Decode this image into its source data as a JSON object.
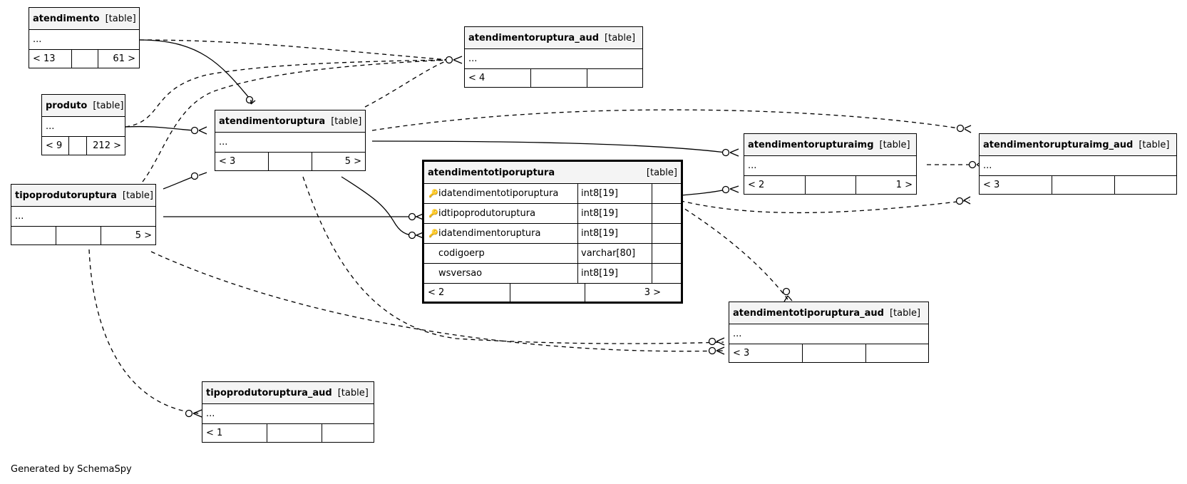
{
  "colors": {
    "pk_key": "#d4b300",
    "fk_key": "#aaaaaa",
    "header_bg": "#f4f4f4"
  },
  "tables": {
    "atendimento": {
      "name": "atendimento",
      "tag": "[table]",
      "body": "...",
      "footer": [
        "< 13",
        "",
        "61 >"
      ]
    },
    "atendimentoruptura_aud": {
      "name": "atendimentoruptura_aud",
      "tag": "[table]",
      "body": "...",
      "footer": [
        "< 4",
        "",
        ""
      ]
    },
    "produto": {
      "name": "produto",
      "tag": "[table]",
      "body": "...",
      "footer": [
        "< 9",
        "",
        "212 >"
      ]
    },
    "atendimentoruptura": {
      "name": "atendimentoruptura",
      "tag": "[table]",
      "body": "...",
      "footer": [
        "< 3",
        "",
        "5 >"
      ]
    },
    "atendimentorupturaimg": {
      "name": "atendimentorupturaimg",
      "tag": "[table]",
      "body": "...",
      "footer": [
        "< 2",
        "",
        "1 >"
      ]
    },
    "atendimentorupturaimg_aud": {
      "name": "atendimentorupturaimg_aud",
      "tag": "[table]",
      "body": "...",
      "footer": [
        "< 3",
        "",
        ""
      ]
    },
    "tipoprodutoruptura": {
      "name": "tipoprodutoruptura",
      "tag": "[table]",
      "body": "...",
      "footer": [
        "",
        "",
        "5 >"
      ]
    },
    "atendimentotiporuptura": {
      "name": "atendimentotiporuptura",
      "tag": "[table]",
      "columns": [
        {
          "name": "idatendimentotiporuptura",
          "type": "int8[19]",
          "key": "pk",
          "key_icon": "primary-key-icon"
        },
        {
          "name": "idtipoprodutoruptura",
          "type": "int8[19]",
          "key": "fk",
          "key_icon": "foreign-key-icon"
        },
        {
          "name": "idatendimentoruptura",
          "type": "int8[19]",
          "key": "fk",
          "key_icon": "foreign-key-icon"
        },
        {
          "name": "codigoerp",
          "type": "varchar[80]",
          "key": ""
        },
        {
          "name": "wsversao",
          "type": "int8[19]",
          "key": ""
        }
      ],
      "footer": [
        "< 2",
        "",
        "3 >"
      ]
    },
    "atendimentotiporuptura_aud": {
      "name": "atendimentotiporuptura_aud",
      "tag": "[table]",
      "body": "...",
      "footer": [
        "< 3",
        "",
        ""
      ]
    },
    "tipoprodutoruptura_aud": {
      "name": "tipoprodutoruptura_aud",
      "tag": "[table]",
      "body": "...",
      "footer": [
        "< 1",
        "",
        ""
      ]
    }
  },
  "relationships": [
    {
      "from": "atendimento",
      "to": "atendimentoruptura",
      "style": "solid"
    },
    {
      "from": "atendimento",
      "to": "atendimentoruptura_aud",
      "style": "dashed"
    },
    {
      "from": "produto",
      "to": "atendimentoruptura",
      "style": "solid"
    },
    {
      "from": "produto",
      "to": "atendimentoruptura_aud",
      "style": "dashed"
    },
    {
      "from": "tipoprodutoruptura",
      "to": "atendimentoruptura_aud",
      "style": "dashed"
    },
    {
      "from": "atendimentoruptura",
      "to": "atendimentoruptura_aud",
      "style": "dashed"
    },
    {
      "from": "tipoprodutoruptura",
      "to": "atendimentoruptura",
      "style": "solid"
    },
    {
      "from": "atendimentoruptura",
      "to": "atendimentorupturaimg",
      "style": "solid"
    },
    {
      "from": "atendimentoruptura",
      "to": "atendimentorupturaimg_aud",
      "style": "dashed"
    },
    {
      "from": "atendimentorupturaimg",
      "to": "atendimentorupturaimg_aud",
      "style": "dashed"
    },
    {
      "from": "atendimentotiporuptura",
      "to": "atendimentorupturaimg",
      "style": "solid"
    },
    {
      "from": "atendimentotiporuptura",
      "to": "atendimentorupturaimg_aud",
      "style": "dashed"
    },
    {
      "from": "tipoprodutoruptura",
      "to": "atendimentotiporuptura",
      "style": "solid"
    },
    {
      "from": "atendimentoruptura",
      "to": "atendimentotiporuptura",
      "style": "solid"
    },
    {
      "from": "atendimentotiporuptura",
      "to": "atendimentotiporuptura_aud",
      "style": "dashed"
    },
    {
      "from": "atendimentoruptura",
      "to": "atendimentotiporuptura_aud",
      "style": "dashed"
    },
    {
      "from": "tipoprodutoruptura",
      "to": "atendimentotiporuptura_aud",
      "style": "dashed"
    },
    {
      "from": "tipoprodutoruptura",
      "to": "tipoprodutoruptura_aud",
      "style": "dashed"
    }
  ],
  "footer_text": "Generated by SchemaSpy"
}
